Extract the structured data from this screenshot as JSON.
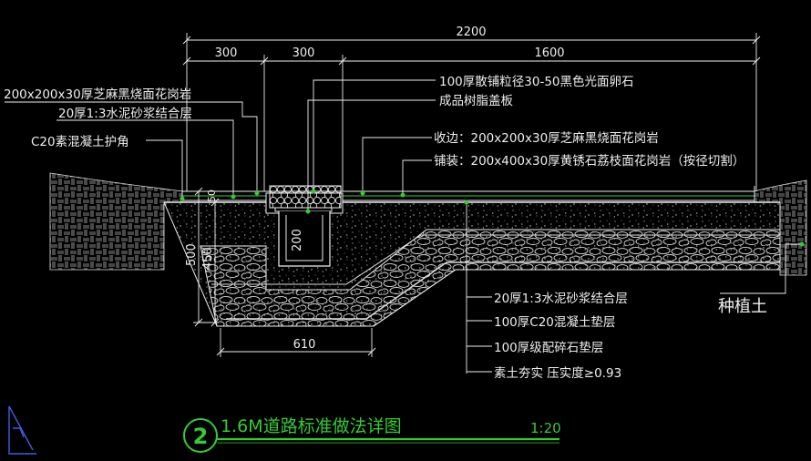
{
  "colors": {
    "background": "#000000",
    "dimension": "#ffffff",
    "leader": "#ffffff",
    "structure": "#ffffff",
    "title": "#33cc33",
    "green_line": "#33cc33",
    "ucs": "#3f5fdf"
  },
  "dimensions": {
    "total": "2200",
    "seg1": "300",
    "seg2": "300",
    "seg3": "1600",
    "depth_50": "50",
    "depth_200": "200",
    "depth_500": "500",
    "depth_450": "450",
    "bottom_width": "610"
  },
  "labels_left": [
    "200x200x30厚芝麻黑烧面花岗岩",
    "20厚1:3水泥砂浆结合层",
    "C20素混凝土护角"
  ],
  "labels_top_right": [
    "100厚散铺粒径30-50黑色光面卵石",
    "成品树脂盖板",
    "收边：200x200x30厚芝麻黑烧面花岗岩",
    "铺装：200x400x30厚黄锈石荔枝面花岗岩（按径切割）"
  ],
  "labels_bottom_right": [
    "20厚1:3水泥砂浆结合层",
    "100厚C20混凝土垫层",
    "100厚级配碎石垫层",
    "素土夯实 压实度≥0.93"
  ],
  "soil_label": "种植土",
  "title": {
    "number": "2",
    "text": "1.6M道路标准做法详图",
    "scale": "1:20"
  }
}
